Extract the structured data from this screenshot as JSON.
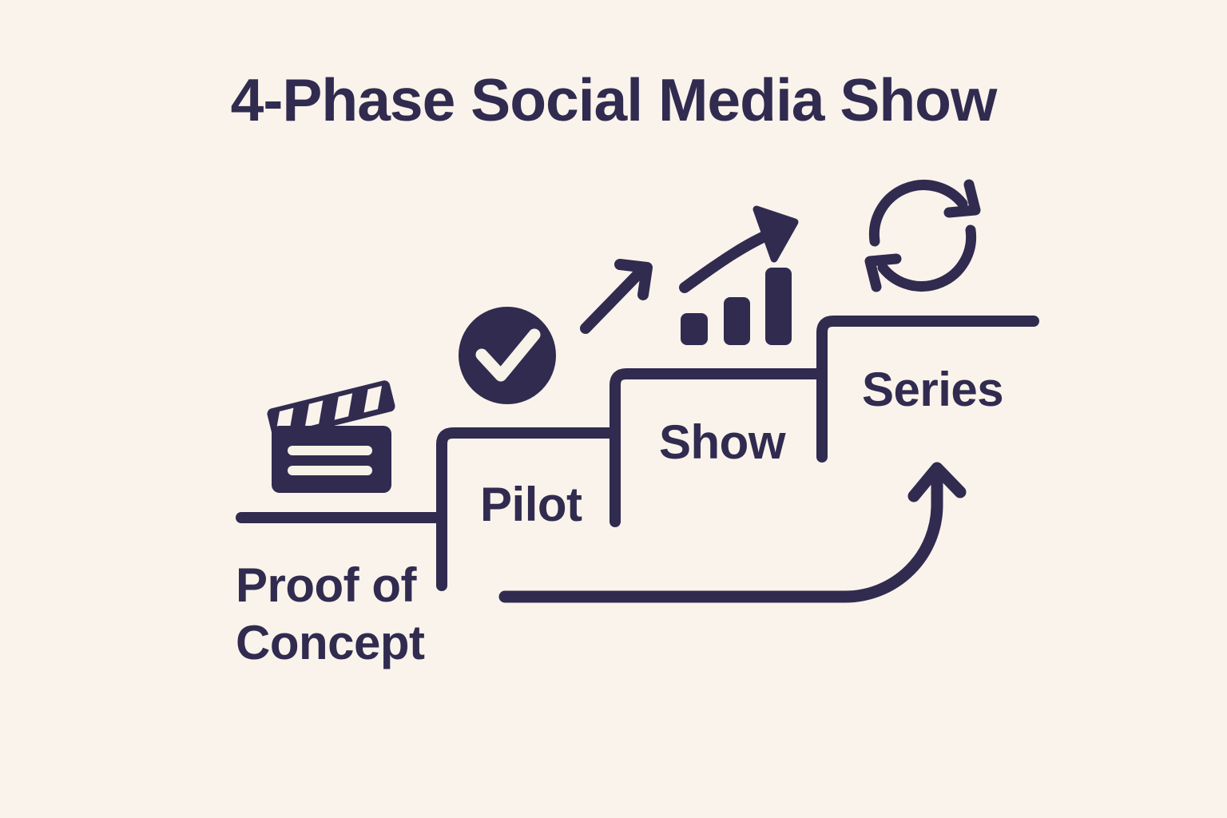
{
  "title": "4-Phase Social Media Show",
  "colors": {
    "background": "#F9F3EB",
    "ink": "#312B50",
    "icon_contrast": "#F8F3E9"
  },
  "phases": [
    {
      "label": "Proof of Concept",
      "icon": "clapperboard-icon",
      "step": 1
    },
    {
      "label": "Pilot",
      "icon": "check-circle-icon",
      "step": 2
    },
    {
      "label": "Show",
      "icon": "growth-chart-icon",
      "step": 3
    },
    {
      "label": "Series",
      "icon": "cycle-icon",
      "step": 4
    }
  ],
  "decorations": [
    {
      "icon": "up-right-arrow-icon"
    },
    {
      "icon": "loop-back-arrow-icon"
    }
  ]
}
